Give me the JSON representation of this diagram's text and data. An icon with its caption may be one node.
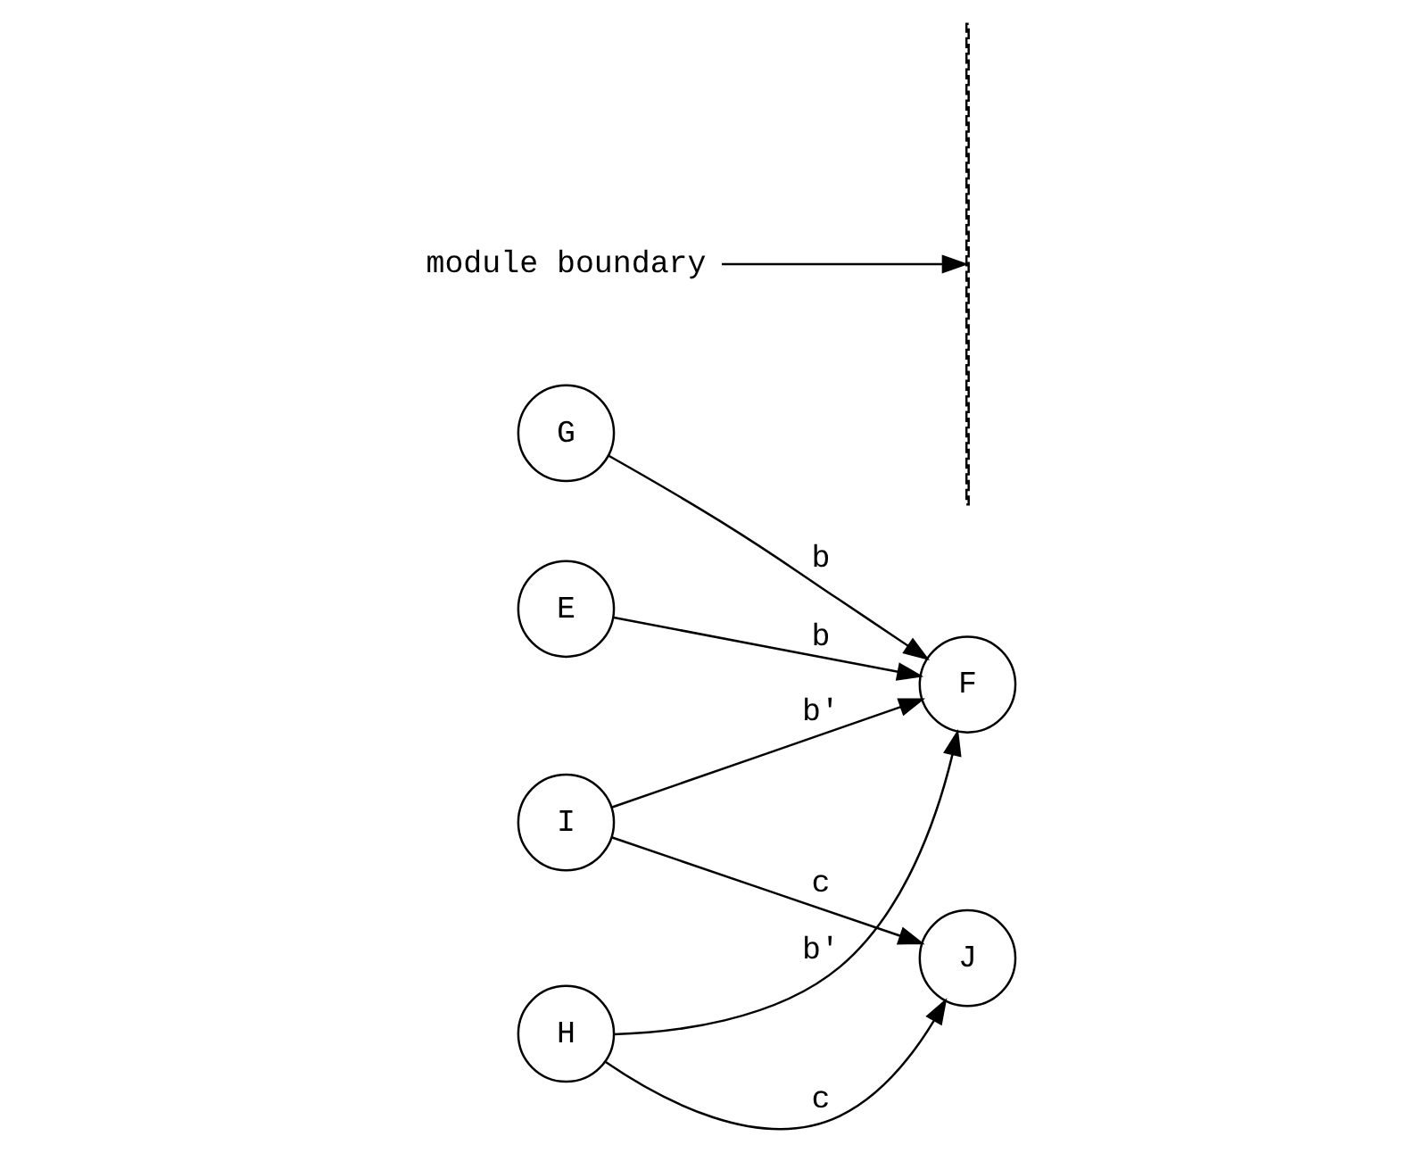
{
  "diagram": {
    "nodes": [
      {
        "text": [
          "E"
        ]
      },
      {
        "text": [
          "F"
        ]
      },
      {
        "text": [
          "G"
        ]
      },
      {
        "text": [
          "H"
        ]
      },
      {
        "text": [
          "I"
        ]
      },
      {
        "text": [
          "J"
        ]
      },
      {
        "text": [
          "module boundary"
        ]
      },
      {
        "text": [],
        "shape": "line"
      }
    ],
    "edges": [
      {
        "from": 0,
        "to": 1,
        "arrow": "to",
        "label": "b"
      },
      {
        "from": 2,
        "to": 1,
        "arrow": "to",
        "label": "b"
      },
      {
        "from": 3,
        "to": 1,
        "arrow": "to",
        "label": "b'"
      },
      {
        "from": 4,
        "to": 1,
        "arrow": "to",
        "label": "b'"
      },
      {
        "from": 3,
        "to": 5,
        "arrow": "to",
        "label": "c"
      },
      {
        "from": 4,
        "to": 5,
        "arrow": "to",
        "label": "c"
      },
      {
        "from": 6,
        "to": 7,
        "arrow": "to"
      }
    ]
  }
}
